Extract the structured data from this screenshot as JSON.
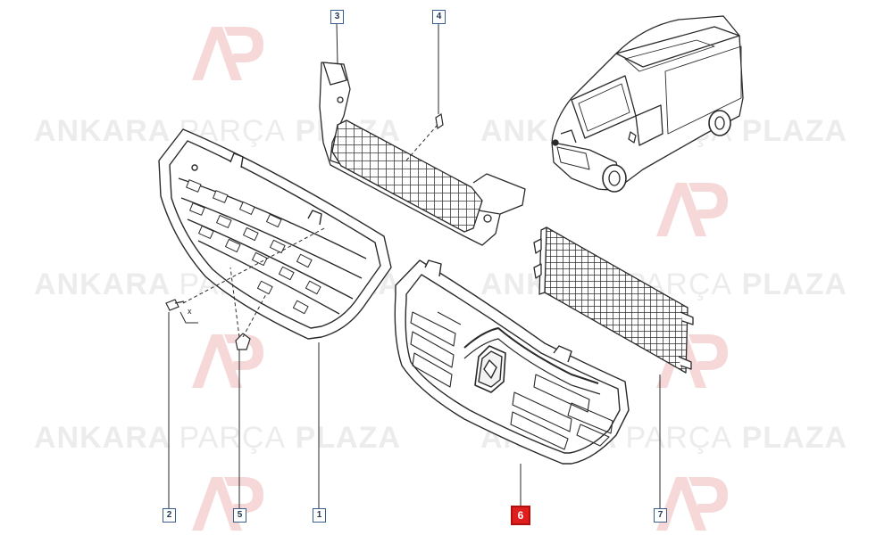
{
  "watermark": {
    "word1": "ANKARA",
    "word2": "PARÇA",
    "word3": "PLAZA"
  },
  "callouts": [
    {
      "id": "1",
      "highlight": false
    },
    {
      "id": "2",
      "highlight": false
    },
    {
      "id": "3",
      "highlight": false
    },
    {
      "id": "4",
      "highlight": false
    },
    {
      "id": "5",
      "highlight": false
    },
    {
      "id": "6",
      "highlight": true
    },
    {
      "id": "7",
      "highlight": false
    }
  ],
  "axis_mark": "x",
  "colors": {
    "line": "#2a2a2a",
    "callout_border": "#3a5e8c",
    "highlight": "#e01e1e",
    "watermark": "#ececec",
    "logo_red": "#f6d8d8"
  }
}
